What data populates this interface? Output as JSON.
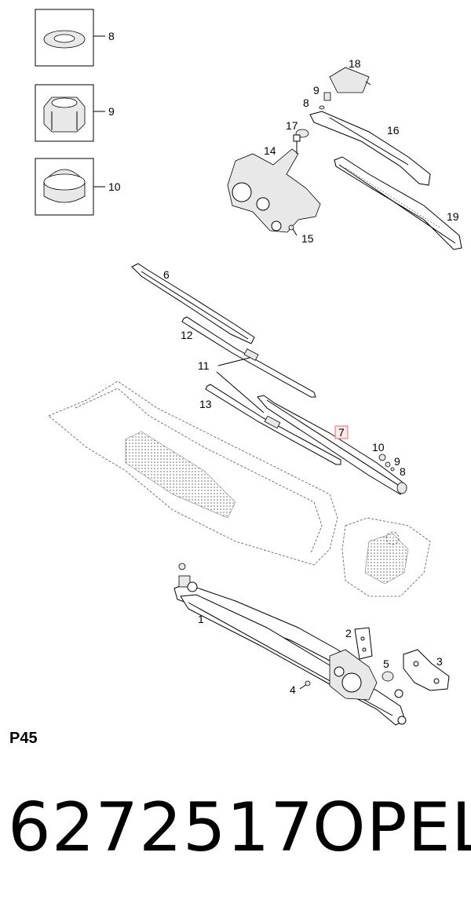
{
  "callouts": [
    {
      "id": "8"
    },
    {
      "id": "9"
    },
    {
      "id": "10"
    },
    {
      "id": "18"
    },
    {
      "id": "9"
    },
    {
      "id": "8"
    },
    {
      "id": "16"
    },
    {
      "id": "17"
    },
    {
      "id": "14"
    },
    {
      "id": "19"
    },
    {
      "id": "15"
    },
    {
      "id": "6"
    },
    {
      "id": "12"
    },
    {
      "id": "11"
    },
    {
      "id": "13"
    },
    {
      "id": "7"
    },
    {
      "id": "10"
    },
    {
      "id": "9"
    },
    {
      "id": "8"
    },
    {
      "id": "1"
    },
    {
      "id": "2"
    },
    {
      "id": "3"
    },
    {
      "id": "5"
    },
    {
      "id": "4"
    }
  ],
  "highlight": {
    "color": "#e0707a",
    "fill": "#fde8ea"
  },
  "footer": {
    "code": "P45",
    "part_number": "6272517",
    "brand": "OPEL"
  }
}
